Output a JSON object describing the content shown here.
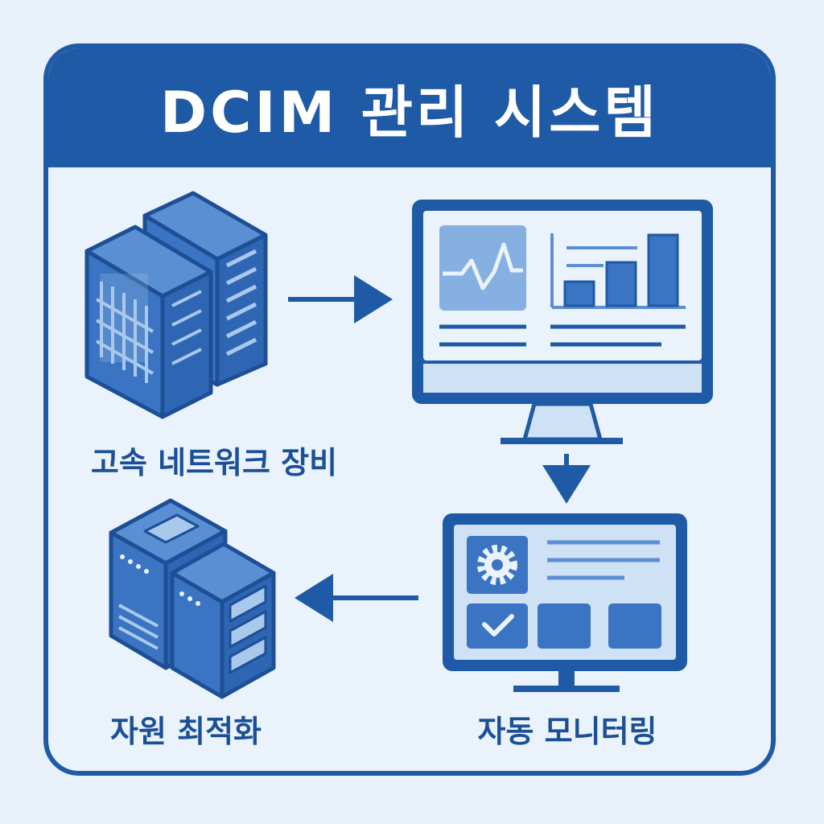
{
  "title": "DCIM 관리 시스템",
  "colors": {
    "primary": "#1f5aa6",
    "dark": "#1c4f96",
    "medium": "#3a74c2",
    "light": "#a9c9ec",
    "pale": "#cfe1f4",
    "background": "#e8f1fa"
  },
  "nodes": [
    {
      "id": "network-equipment",
      "label": "고속 네트워크 장비",
      "icon": "server-racks-icon"
    },
    {
      "id": "dashboard",
      "label": "",
      "icon": "monitor-dashboard-icon"
    },
    {
      "id": "auto-monitoring",
      "label": "자동 모니터링",
      "icon": "monitor-settings-icon"
    },
    {
      "id": "resource-optimization",
      "label": "자원 최적화",
      "icon": "server-units-icon"
    }
  ],
  "edges": [
    {
      "from": "network-equipment",
      "to": "dashboard"
    },
    {
      "from": "dashboard",
      "to": "auto-monitoring"
    },
    {
      "from": "auto-monitoring",
      "to": "resource-optimization"
    }
  ]
}
